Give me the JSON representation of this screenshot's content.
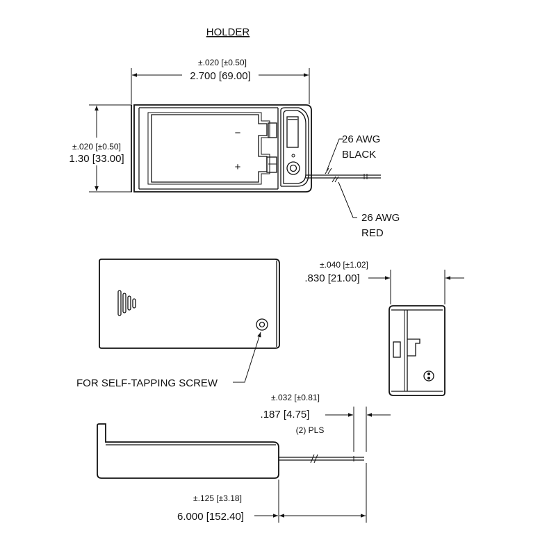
{
  "title": "HOLDER",
  "width_dim": {
    "tolerance": "±.020 [±0.50]",
    "value": "2.700 [69.00]"
  },
  "height_dim": {
    "tolerance": "±.020 [±0.50]",
    "value": "1.30 [33.00]"
  },
  "depth_dim": {
    "tolerance": "±.040 [±1.02]",
    "value": ".830 [21.00]"
  },
  "strip_dim": {
    "tolerance": "±.032 [±0.81]",
    "value": ".187 [4.75]",
    "note": "(2) PLS"
  },
  "lead_dim": {
    "tolerance": "±.125 [±3.18]",
    "value": "6.000 [152.40]"
  },
  "wires": {
    "black_gauge": "26 AWG",
    "black_color": "BLACK",
    "red_gauge": "26 AWG",
    "red_color": "RED"
  },
  "polarity": {
    "negative": "−",
    "positive": "+"
  },
  "screw_note": "FOR SELF-TAPPING SCREW"
}
